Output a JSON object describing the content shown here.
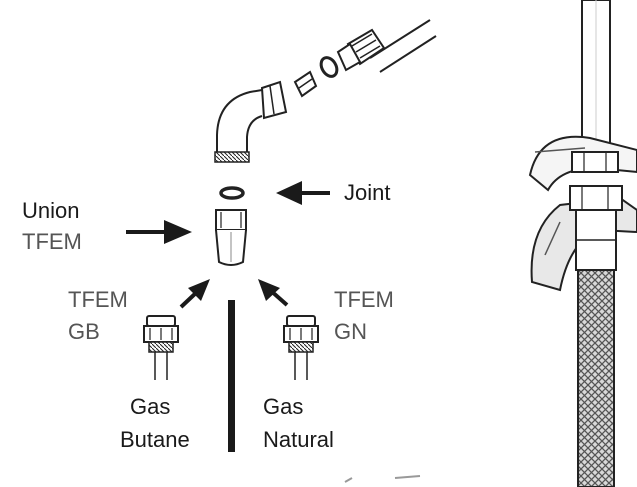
{
  "labels": {
    "joint": "Joint",
    "union_line1": "Union",
    "union_line2": "TFEM",
    "tfem_gb_line1": "TFEM",
    "tfem_gb_line2": "GB",
    "tfem_gn_line1": "TFEM",
    "tfem_gn_line2": "GN",
    "gas_butane_line1": "Gas",
    "gas_butane_line2": "Butane",
    "gas_natural_line1": "Gas",
    "gas_natural_line2": "Natural"
  },
  "colors": {
    "ink": "#1a1a1a",
    "label_grey": "#555555",
    "background": "#ffffff"
  }
}
